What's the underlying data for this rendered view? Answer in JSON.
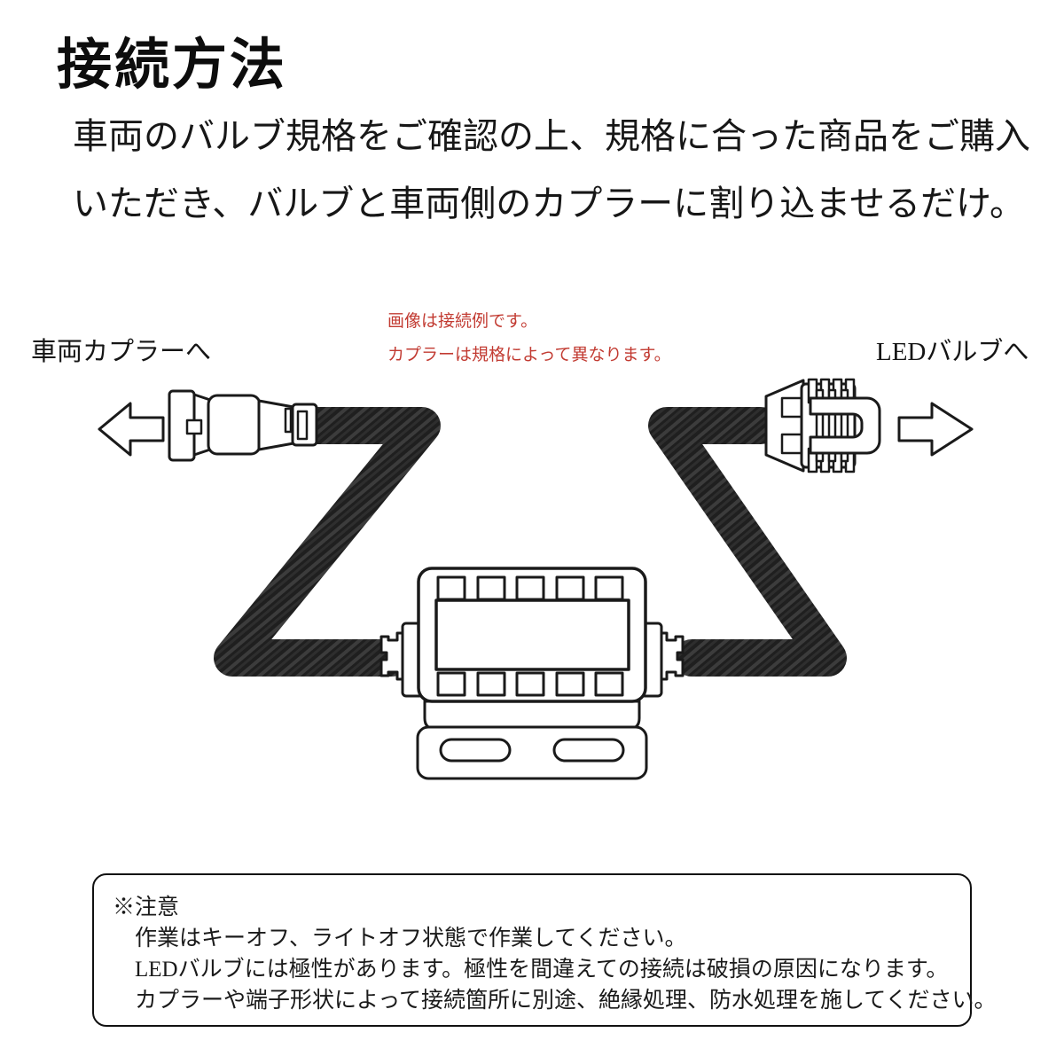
{
  "header": {
    "title": "接続方法",
    "intro_line1": "車両のバルブ規格をご確認の上、規格に合った商品をご購入",
    "intro_line2": "いただき、バルブと車両側のカプラーに割り込ませるだけ。"
  },
  "diagram": {
    "left_label": "車両カプラーへ",
    "right_label": "LEDバルブへ",
    "red_note_line1": "画像は接続例です。",
    "red_note_line2": "カプラーは規格によって異なります。",
    "icons": {
      "left_arrow": "arrow-left-outline",
      "right_arrow": "arrow-right-outline",
      "left_connector": "vehicle-coupler-line-drawing",
      "right_connector": "led-bulb-coupler-line-drawing",
      "center_module": "resistor-canceller-module-line-drawing",
      "cables": "carbon-braided-cable"
    }
  },
  "caution_box": {
    "heading": "※注意",
    "lines": [
      "作業はキーオフ、ライトオフ状態で作業してください。",
      "LEDバルブには極性があります。極性を間違えての接続は破損の原因になります。",
      "カプラーや端子形状によって接続箇所に別途、絶縁処理、防水処理を施してください。"
    ]
  },
  "theme": {
    "red": "#c23b32",
    "ink": "#1a1a1a",
    "paper": "#ffffff",
    "cable-base": "#1f1f1f",
    "cable-weave-light": "#3c3c3c",
    "cable-weave-mid": "#2e2e2e"
  }
}
